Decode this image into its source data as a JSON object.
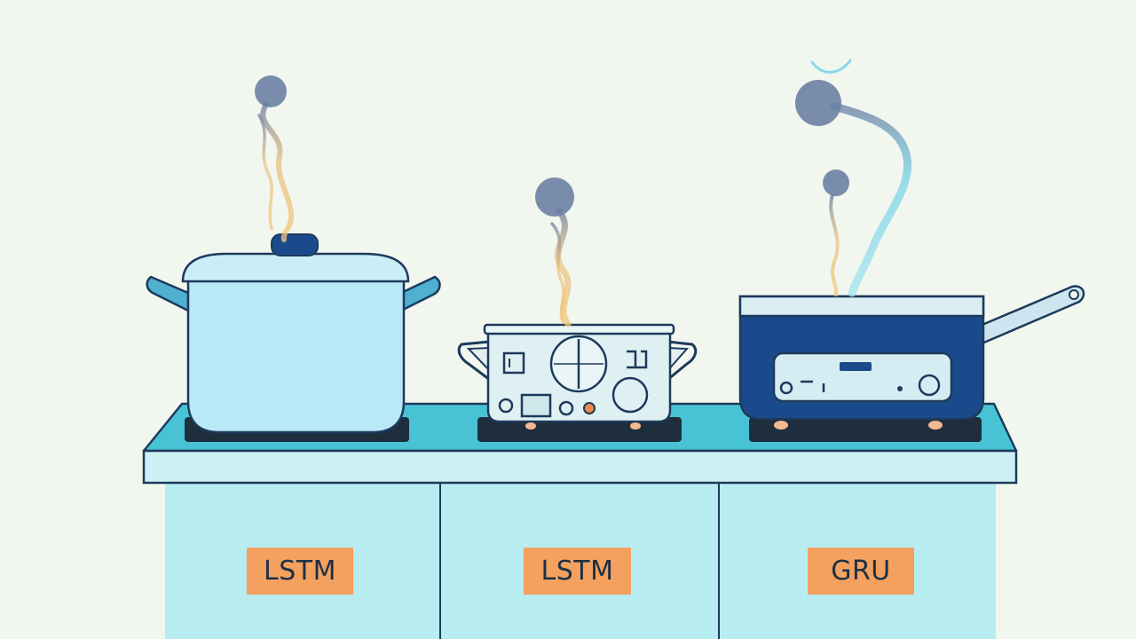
{
  "labels": {
    "left": "LSTM",
    "middle": "LSTM",
    "right": "GRU"
  },
  "colors": {
    "background": "#f1f7ef",
    "outline": "#1d3a5c",
    "counter_top": "#48c3d6",
    "counter_edge": "#cdf0f4",
    "cabinet": "#b7ecf0",
    "burner": "#1f2e3d",
    "big_pot": "#b9e9f7",
    "small_pot": "#def0f2",
    "saucepan": "#1b4a8c",
    "label_fill": "#f4a15f",
    "steam_blue": "#6b7fa3",
    "steam_yellow": "#f3c77a"
  },
  "icons": [
    "stock-pot-icon",
    "small-pot-icon",
    "saucepan-icon",
    "steam-icon",
    "burner-icon"
  ]
}
